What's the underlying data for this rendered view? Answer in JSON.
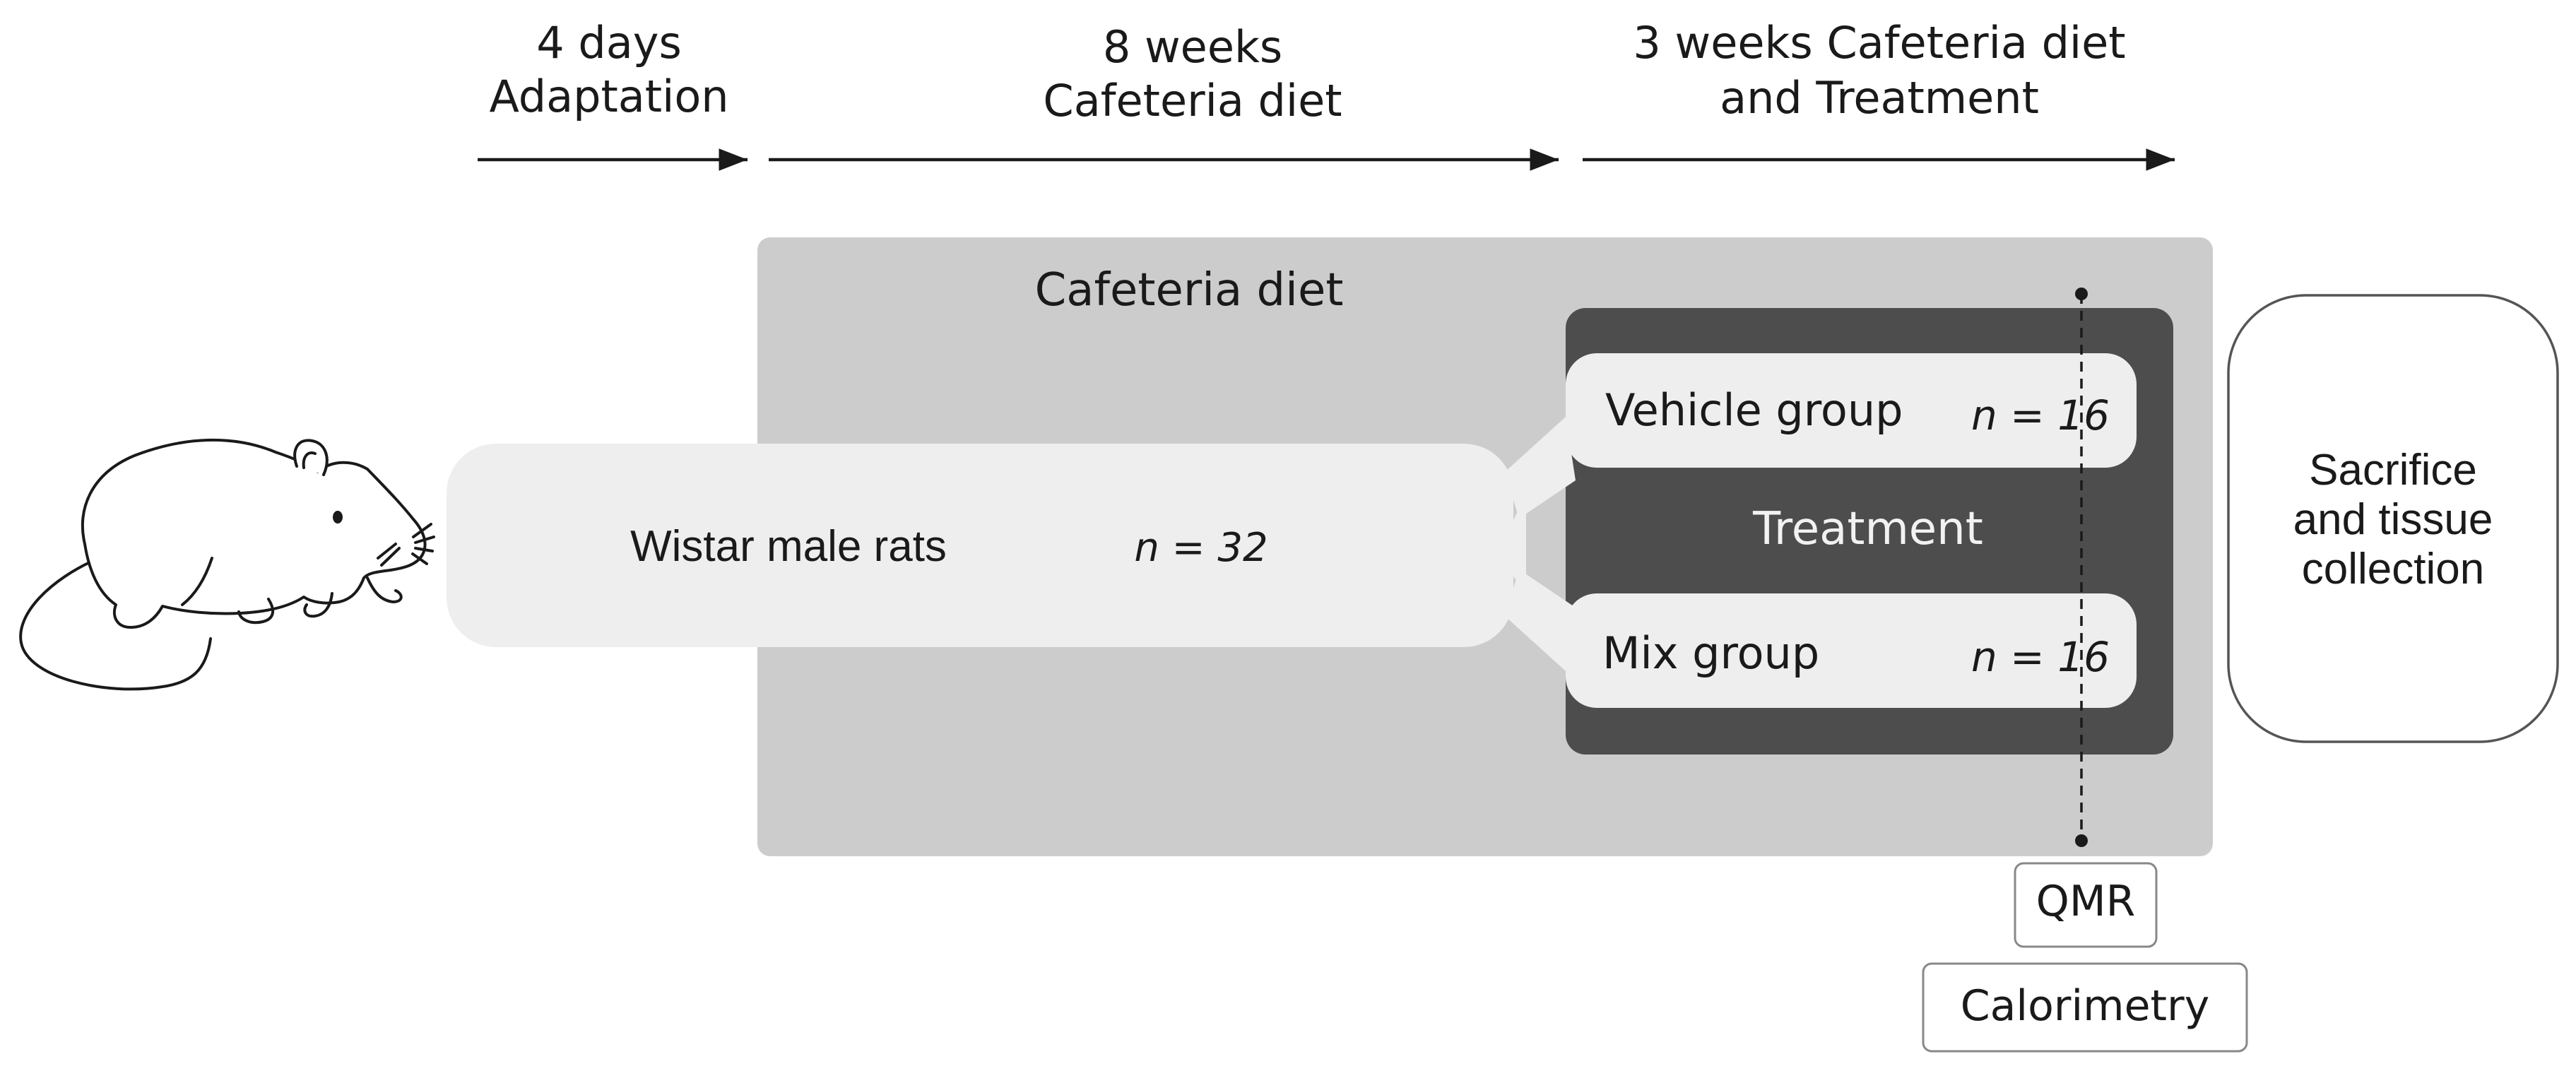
{
  "timeline": {
    "phase_1": {
      "line1": "4 days",
      "line2": "Adaptation"
    },
    "phase_2": {
      "line1": "8 weeks",
      "line2": "Cafeteria diet"
    },
    "phase_3": {
      "line1": "3 weeks Cafeteria diet",
      "line2": "and Treatment"
    }
  },
  "diet_box": {
    "label": "Cafeteria diet"
  },
  "start_group": {
    "label": "Wistar male rats",
    "n": "n = 32"
  },
  "treatment": {
    "label": "Treatment",
    "vehicle": {
      "label": "Vehicle group",
      "n": "n = 16"
    },
    "mix": {
      "label": "Mix group",
      "n": "n = 16"
    }
  },
  "measurements": {
    "qmr": "QMR",
    "calorimetry": "Calorimetry"
  },
  "end_box": {
    "line1": "Sacrifice",
    "line2": "and tissue",
    "line3": "collection"
  },
  "colors": {
    "diet_box": "#cccccc",
    "treatment_box": "#4d4d4d",
    "group_box": "#eeeeee",
    "line": "#1a1a1a"
  }
}
